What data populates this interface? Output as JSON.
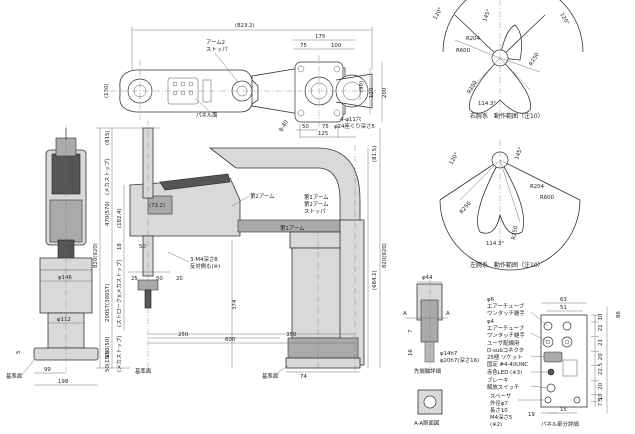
{
  "top_view": {
    "dims": {
      "d823": "(823.2)",
      "d175": "175",
      "d75": "75",
      "d100": "100",
      "d130": "(130)",
      "d90": "(90)",
      "d120": "120",
      "d200": "200",
      "d840": "8-40",
      "d50": "50",
      "d75b": "75",
      "d125": "125"
    },
    "labels": {
      "arm2_stopper": "アーム2\nストッパ",
      "panel": "パネル面",
      "holes": "4-φ11穴\nφ24座ぐり深さ5"
    }
  },
  "side_view": {
    "dims": {
      "d815": "(815)",
      "d470": "470(570)",
      "d1824": "(182.4)",
      "d732": "(73.2)",
      "d18": "18",
      "d50": "50",
      "d25": "25",
      "d50b": "50",
      "d20": "20",
      "d250": "250",
      "d350": "350",
      "d600": "600",
      "d374": "374",
      "d6841": "(684.1)",
      "d820": "820(920)",
      "d8201": "820(920)",
      "d2003": "200ST(300ST)",
      "d150": "150(50)",
      "d50c": "50(150)",
      "d74": "74",
      "d5": "5"
    },
    "vert_labels": {
      "v_mech_stop": "(メカストップ)",
      "v_mech_stop2": "(メカストップ)",
      "v_stroke": "(ストローク)",
      "v_mech_stop3": "(メカストップ)"
    },
    "labels": {
      "arm2": "第2アーム",
      "arm1_arm2_stopper": "第1アーム\n第2アーム\nストッパ",
      "arm1": "第1アーム",
      "tap": "3-M4深さ8\n反対側も(※)",
      "base_face_1": "基準面",
      "base_face_2": "基準面"
    }
  },
  "front_view": {
    "dims": {
      "phi146": "φ146",
      "phi112": "φ112",
      "d99": "99",
      "d198": "198",
      "d5": "5"
    },
    "labels": {
      "base_face": "基準面"
    }
  },
  "shaft_detail": {
    "dims": {
      "phi44": "φ44",
      "d7": "7",
      "d16": "16",
      "phi14": "φ14h7",
      "phi20": "φ20h7(深さ16)"
    },
    "labels": {
      "A1": "A",
      "A2": "A",
      "tip_detail": "先端軸詳細",
      "aa_section": "A-A断面図"
    }
  },
  "panel_detail": {
    "dims": {
      "d63": "63",
      "d51": "51",
      "d19": "19",
      "d86": "86",
      "d15": "15"
    },
    "right_dims": [
      "10",
      "21",
      "21",
      "20",
      "22.5",
      "20",
      "10",
      "7.5"
    ],
    "labels": {
      "air6": "φ6\nエアーチューブ\nワンタッチ継手",
      "air4": "φ4\nエアーチューブ\nワンタッチ継手",
      "dsub": "ユーザ配線用\nD-subコネクタ\n25極 ソケット\n固定 #4-40UNC",
      "led": "赤色LED (※3)",
      "brake": "ブレーキ\n解放スイッチ",
      "spacer": "スペーサ\n外径φ7\n長さ10\nM4深さ5\n(※2)",
      "panel_detail": "パネル部分詳細"
    }
  },
  "range_right": {
    "dims": {
      "a120a": "120°",
      "a120b": "120°",
      "a145": "145°",
      "r204": "R204",
      "r600": "R600",
      "r250": "R250",
      "r250b": "R250",
      "a1143": "114.3°"
    },
    "caption": "右腕系　動作範囲（注10）"
  },
  "range_left": {
    "dims": {
      "a120a": "120°",
      "a145": "145°",
      "r204": "R204",
      "r600": "R600",
      "r250": "R250",
      "r250b": "R250",
      "a1143": "114.3°"
    },
    "caption": "左腕系　動作範囲（注10）"
  }
}
